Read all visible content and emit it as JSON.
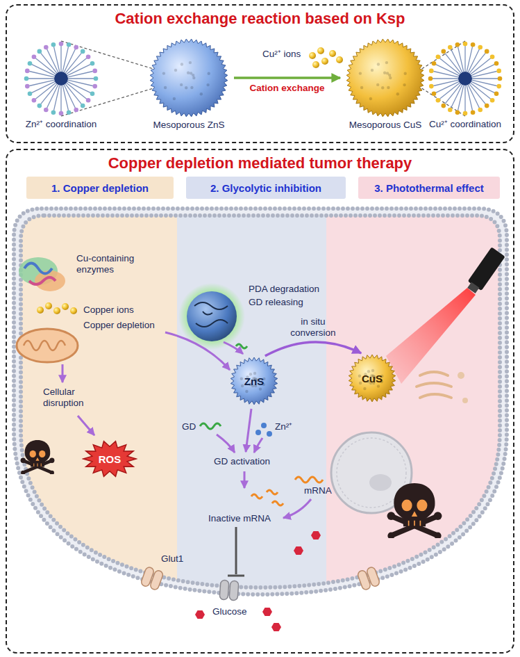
{
  "diagram": {
    "nodes": [
      {
        "text": [
          "Cation exchange reaction based on Ksp"
        ]
      },
      {
        "text": [
          "Zn²⁺ coordination"
        ],
        "in": 0
      },
      {
        "text": [
          "Mesoporous ZnS"
        ],
        "in": 0
      },
      {
        "text": [
          "Mesoporous CuS"
        ],
        "in": 0
      },
      {
        "text": [
          "Cu²⁺ coordination"
        ],
        "in": 0
      },
      {
        "text": [
          "Copper depletion mediated tumor therapy"
        ]
      },
      {
        "text": [
          "1. Copper depletion"
        ],
        "in": 5
      },
      {
        "text": [
          "2. Glycolytic inhibition"
        ],
        "in": 5
      },
      {
        "text": [
          "3. Photothermal effect"
        ],
        "in": 5
      },
      {
        "text": [
          "ROS"
        ],
        "in": 5
      },
      {
        "text": [
          "ZnS"
        ],
        "in": 5
      },
      {
        "text": [
          "CuS"
        ],
        "in": 5
      }
    ],
    "edges": [
      {
        "from": 2,
        "to": 3,
        "arrow": "to",
        "label": "Cation exchange"
      },
      {
        "from": 10,
        "to": 11,
        "arrow": "to",
        "label": "in situ conversion"
      }
    ],
    "labels": [
      "Cu²⁺ ions",
      "Cu-containing enzymes",
      "Copper ions",
      "Copper depletion",
      "Cellular disruption",
      "PDA degradation",
      "GD releasing",
      "GD",
      "Zn²⁺",
      "GD activation",
      "mRNA",
      "Inactive mRNA",
      "Glut1",
      "Glucose"
    ]
  }
}
